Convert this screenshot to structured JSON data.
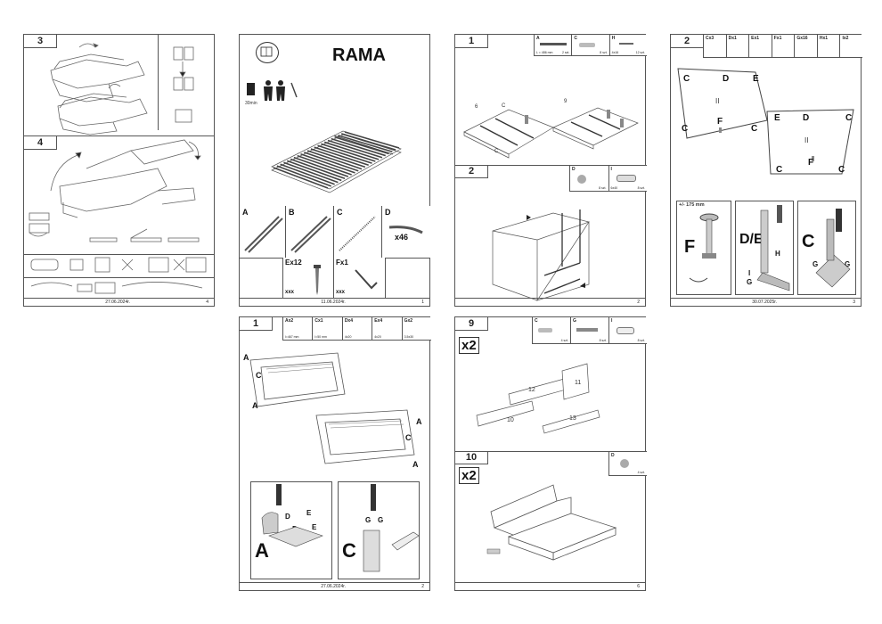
{
  "pages": [
    {
      "id": "p1",
      "steps": [
        {
          "num": "3"
        },
        {
          "num": "4"
        }
      ],
      "footer": {
        "date": "27.06.2024r.",
        "page": "4"
      }
    },
    {
      "id": "p2",
      "title": "RAMA",
      "people_caption": "30min",
      "parts": [
        {
          "letter": "A"
        },
        {
          "letter": "B"
        },
        {
          "letter": "C"
        },
        {
          "letter": "D",
          "qty": "x46"
        }
      ],
      "fasteners": [
        {
          "code": "Ex12",
          "qty": "xxx"
        },
        {
          "code": "Fx1",
          "qty": "xxx"
        }
      ],
      "footer": {
        "date": "11.06.2024r.",
        "page": "1"
      }
    },
    {
      "id": "p3",
      "steps": [
        {
          "num": "1"
        },
        {
          "num": "2"
        }
      ],
      "parts_step1": [
        {
          "letter": "A",
          "note": "L = 486 mm",
          "qty": "2 szt."
        },
        {
          "letter": "C",
          "qty": "8 szt."
        },
        {
          "letter": "H",
          "note": "4x16",
          "qty": "12 szt."
        }
      ],
      "parts_step2": [
        {
          "letter": "D",
          "qty": "8 szt."
        },
        {
          "letter": "I",
          "note": "6x40",
          "qty": "8 szt."
        }
      ],
      "labels": {
        "panel_a": "6",
        "panel_b": "9",
        "c1": "C",
        "c2": "C"
      },
      "footer": {
        "date": "",
        "page": "2"
      }
    },
    {
      "id": "p4",
      "step": "2",
      "header_parts": [
        "Cx3",
        "Dx1",
        "Ex1",
        "Fx1",
        "Gx16",
        "Hx1",
        "Ix2"
      ],
      "diagram_labels": [
        "C",
        "D",
        "E",
        "E",
        "D",
        "C",
        "F",
        "F",
        "C",
        "C",
        "C",
        "C",
        "II",
        "II"
      ],
      "measure": "+/- 175 mm",
      "detail_labels": {
        "f": "F",
        "de": "D/E",
        "c": "C",
        "h": "H",
        "i": "I",
        "g": "G",
        "g2": "G",
        "g3": "G"
      },
      "footer": {
        "date": "30.07.2025r.",
        "page": "3"
      }
    },
    {
      "id": "p5",
      "step": "1",
      "header_parts": [
        {
          "code": "Ax2",
          "note": "l=467 mm"
        },
        {
          "code": "Cx1",
          "note": "l=50 mm"
        },
        {
          "code": "Dx4",
          "note": "4x20"
        },
        {
          "code": "Ex4",
          "note": "4x20"
        },
        {
          "code": "Gx2",
          "note": "3.5x30"
        }
      ],
      "labels": {
        "a1": "A",
        "a2": "A",
        "a3": "A",
        "a4": "A",
        "c1": "C",
        "c2": "C",
        "d1": "D",
        "d2": "D",
        "e1": "E",
        "e2": "E",
        "g1": "G",
        "g2": "G",
        "big_a": "A",
        "big_c": "C"
      },
      "footer": {
        "date": "27.06.2024r.",
        "page": "2"
      }
    },
    {
      "id": "p6",
      "steps": [
        {
          "num": "9",
          "mult": "x2"
        },
        {
          "num": "10",
          "mult": "x2"
        }
      ],
      "parts_step9": [
        {
          "letter": "C",
          "qty": "4 szt."
        },
        {
          "letter": "G",
          "qty": "8 szt."
        },
        {
          "letter": "I",
          "qty": "8 szt."
        }
      ],
      "parts_step10": [
        {
          "letter": "D",
          "qty": "4 szt."
        }
      ],
      "panel_labels": [
        "10",
        "11",
        "12",
        "13"
      ],
      "footer": {
        "date": "",
        "page": "6"
      }
    }
  ]
}
